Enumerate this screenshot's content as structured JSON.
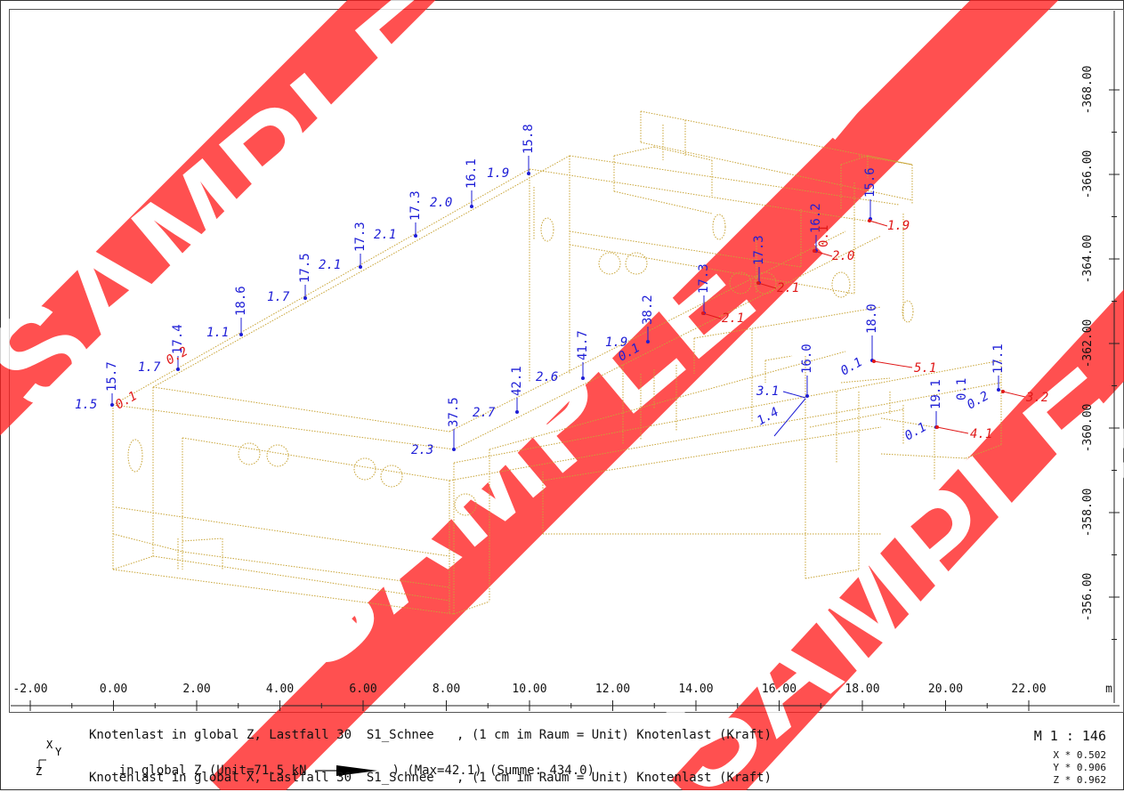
{
  "x_axis": {
    "ticks": [
      "-2.00",
      "0.00",
      "2.00",
      "4.00",
      "6.00",
      "8.00",
      "10.00",
      "12.00",
      "14.00",
      "16.00",
      "18.00",
      "20.00",
      "22.00"
    ],
    "unit": "m"
  },
  "y_axis": {
    "ticks": [
      "-368.00",
      "-366.00",
      "-364.00",
      "-362.00",
      "-360.00",
      "-358.00",
      "-356.00"
    ]
  },
  "labels_blue_vertical": [
    "15.7",
    "17.4",
    "18.6",
    "17.5",
    "17.3",
    "17.3",
    "16.1",
    "15.8",
    "37.5",
    "42.1",
    "41.7",
    "38.2",
    "17.3",
    "17.3",
    "16.2",
    "15.6",
    "16.0",
    "18.0",
    "19.1",
    "0.1",
    "17.1"
  ],
  "labels_blue_horizontal": [
    "1.5",
    "1.7",
    "1.1",
    "1.7",
    "2.1",
    "2.1",
    "2.0",
    "1.9",
    "2.3",
    "2.7",
    "2.6",
    "1.9",
    "0.1",
    "3.1",
    "1.4",
    "0.1",
    "0.1",
    "0.2"
  ],
  "labels_red": [
    "0.1",
    "0.2",
    "2.1",
    "2.1",
    "2.0",
    "1.9",
    "5.1",
    "4.1",
    "3.2"
  ],
  "labels_red_vertical": [
    "0.1"
  ],
  "watermark": "SAMPLE",
  "colors": {
    "wire": "#c8a436",
    "blue": "#1d1dd6",
    "red": "#e01818",
    "axis": "#222222",
    "watermark": "#ff2020"
  },
  "footer": {
    "line1": "Knotenlast in global Z, Lastfall 30  S1_Schnee   , (1 cm im Raum = Unit) Knotenlast (Kraft)",
    "line2a": "in global Z (Unit=71.5 kN",
    "line2b": ") (Max=42.1) (Summe: 434.0)",
    "line3": "Knotenlast in global X, Lastfall 30  S1_Schnee   , (1 cm im Raum = Unit) Knotenlast (Kraft)",
    "scale": "M 1 : 146",
    "x_factor": "X * 0.502",
    "y_factor": "Y * 0.906",
    "z_factor": "Z * 0.962",
    "axis_x": "X",
    "axis_y": "Y",
    "axis_z": "Z"
  }
}
